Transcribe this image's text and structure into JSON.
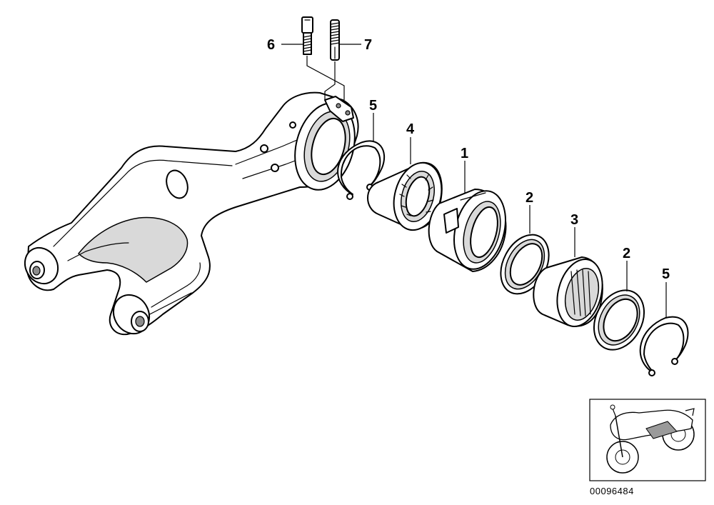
{
  "diagram": {
    "callouts": [
      {
        "id": "callout-6",
        "label": "6"
      },
      {
        "id": "callout-7",
        "label": "7"
      },
      {
        "id": "callout-5-top",
        "label": "5"
      },
      {
        "id": "callout-4",
        "label": "4"
      },
      {
        "id": "callout-1",
        "label": "1"
      },
      {
        "id": "callout-2-first",
        "label": "2"
      },
      {
        "id": "callout-3",
        "label": "3"
      },
      {
        "id": "callout-2-second",
        "label": "2"
      },
      {
        "id": "callout-5-bottom",
        "label": "5"
      }
    ],
    "reference_number": "00096484"
  }
}
